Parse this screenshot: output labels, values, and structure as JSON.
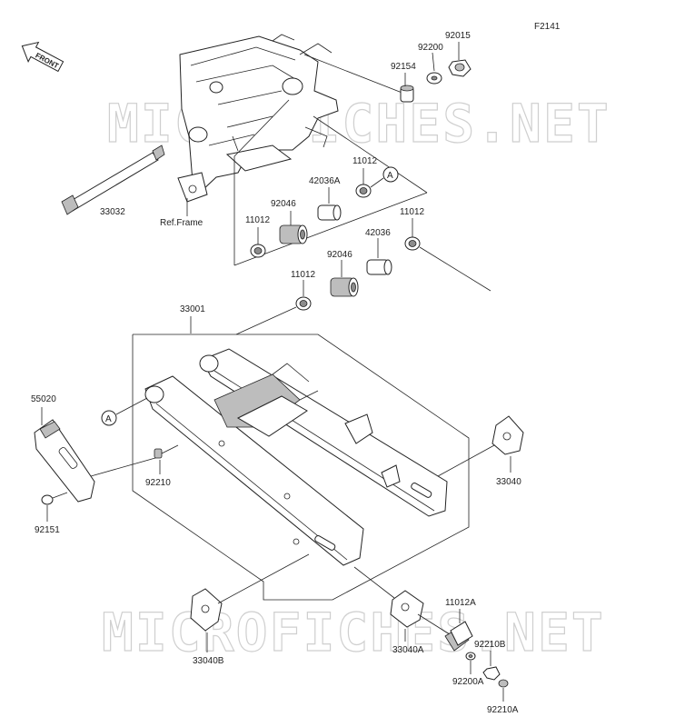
{
  "figure_code": "F2141",
  "front_label": "FRONT",
  "watermark": "MICROFICHES.NET",
  "ref_frame": "Ref.Frame",
  "callout_a": "A",
  "parts": {
    "p92015": "92015",
    "p92200": "92200",
    "p92154": "92154",
    "p33032": "33032",
    "p11012_a": "11012",
    "p42036A": "42036A",
    "p92046_a": "92046",
    "p11012_b": "11012",
    "p42036": "42036",
    "p11012_c": "11012",
    "p92046_b": "92046",
    "p11012_d": "11012",
    "p33001": "33001",
    "p55020": "55020",
    "p92210": "92210",
    "p92151": "92151",
    "p33040": "33040",
    "p33040B": "33040B",
    "p33040A": "33040A",
    "p11012A": "11012A",
    "p92210B": "92210B",
    "p92200A": "92200A",
    "p92210A": "92210A"
  }
}
